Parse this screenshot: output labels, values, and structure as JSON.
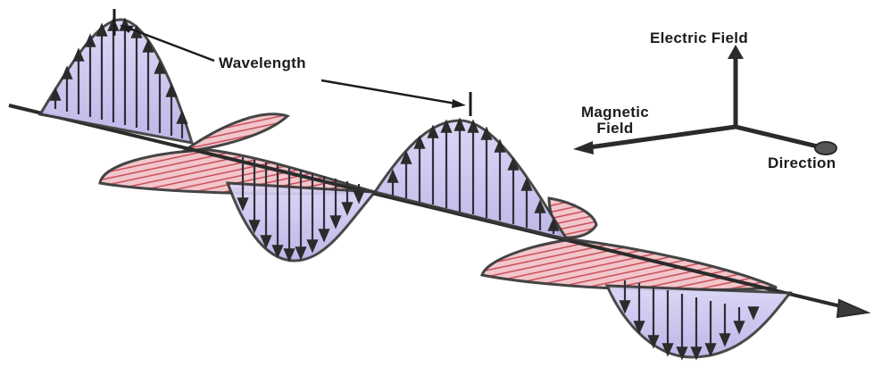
{
  "labels": {
    "wavelength": "Wavelength",
    "electric_field": "Electric Field",
    "magnetic_field_line1": "Magnetic",
    "magnetic_field_line2": "Field",
    "direction": "Direction"
  },
  "colors": {
    "electric_fill": "#c9c3ec",
    "magnetic_fill": "#e8a6ae",
    "magnetic_hatch": "#c23a46",
    "outline": "#3a3a3a",
    "axis": "#2b2b2b"
  }
}
